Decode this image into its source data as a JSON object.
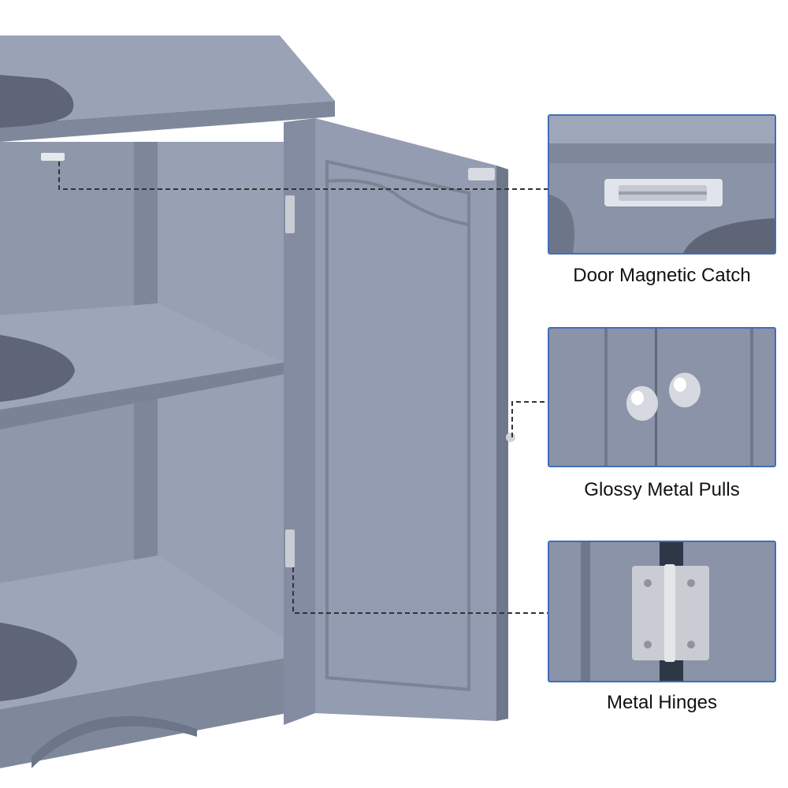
{
  "features": [
    {
      "label": "Door Magnetic Catch",
      "icon": "magnet-icon"
    },
    {
      "label": "Glossy Metal Pulls",
      "icon": "knob-icon"
    },
    {
      "label": "Metal Hinges",
      "icon": "hinge-icon"
    }
  ],
  "colors": {
    "cabinet": "#8a93a7",
    "cabinet_dark": "#6f788b",
    "callout_border": "#3f6fb8",
    "leader_line": "#333333"
  }
}
